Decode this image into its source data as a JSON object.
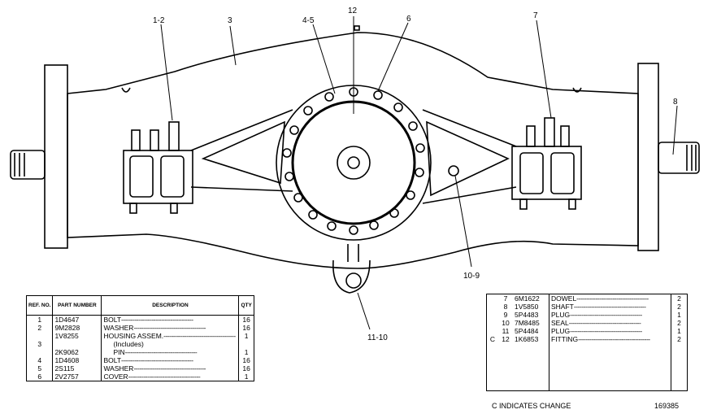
{
  "callouts": {
    "c1": "1-2",
    "c2": "3",
    "c3": "4-5",
    "c4": "12",
    "c5": "6",
    "c6": "7",
    "c7": "8",
    "c8": "10-9",
    "c9": "11-10"
  },
  "left_table": {
    "headers": {
      "ref": "REF. NO.",
      "part": "PART NUMBER",
      "desc": "DESCRIPTION",
      "qty": "QTY"
    },
    "rows": [
      {
        "ref": "1",
        "part": "1D4647",
        "desc": "BOLT",
        "qty": "16"
      },
      {
        "ref": "2",
        "part": "9M2828",
        "desc": "WASHER",
        "qty": "16"
      },
      {
        "ref": "",
        "part": "1V8255",
        "desc": "HOUSING ASSEM.",
        "qty": "1"
      },
      {
        "ref": "3",
        "part": "",
        "desc": "(Includes)",
        "qty": ""
      },
      {
        "ref": "",
        "part": "2K9062",
        "desc": "PIN",
        "qty": "1"
      },
      {
        "ref": "4",
        "part": "1D4608",
        "desc": "BOLT",
        "qty": "16"
      },
      {
        "ref": "5",
        "part": "2S115",
        "desc": "WASHER",
        "qty": "16"
      },
      {
        "ref": "6",
        "part": "2V2757",
        "desc": "COVER",
        "qty": "1"
      }
    ]
  },
  "right_table": {
    "rows": [
      {
        "mark": "",
        "ref": "7",
        "part": "6M1622",
        "desc": "DOWEL",
        "qty": "2"
      },
      {
        "mark": "",
        "ref": "8",
        "part": "1V5850",
        "desc": "SHAFT",
        "qty": "2"
      },
      {
        "mark": "",
        "ref": "9",
        "part": "5P4483",
        "desc": "PLUG",
        "qty": "1"
      },
      {
        "mark": "",
        "ref": "10",
        "part": "7M8485",
        "desc": "SEAL",
        "qty": "2"
      },
      {
        "mark": "",
        "ref": "11",
        "part": "5P4484",
        "desc": "PLUG",
        "qty": "1"
      },
      {
        "mark": "C",
        "ref": "12",
        "part": "1K6853",
        "desc": "FITTING",
        "qty": "2"
      }
    ]
  },
  "footnote": "C INDICATES CHANGE",
  "illustration_number": "169385"
}
